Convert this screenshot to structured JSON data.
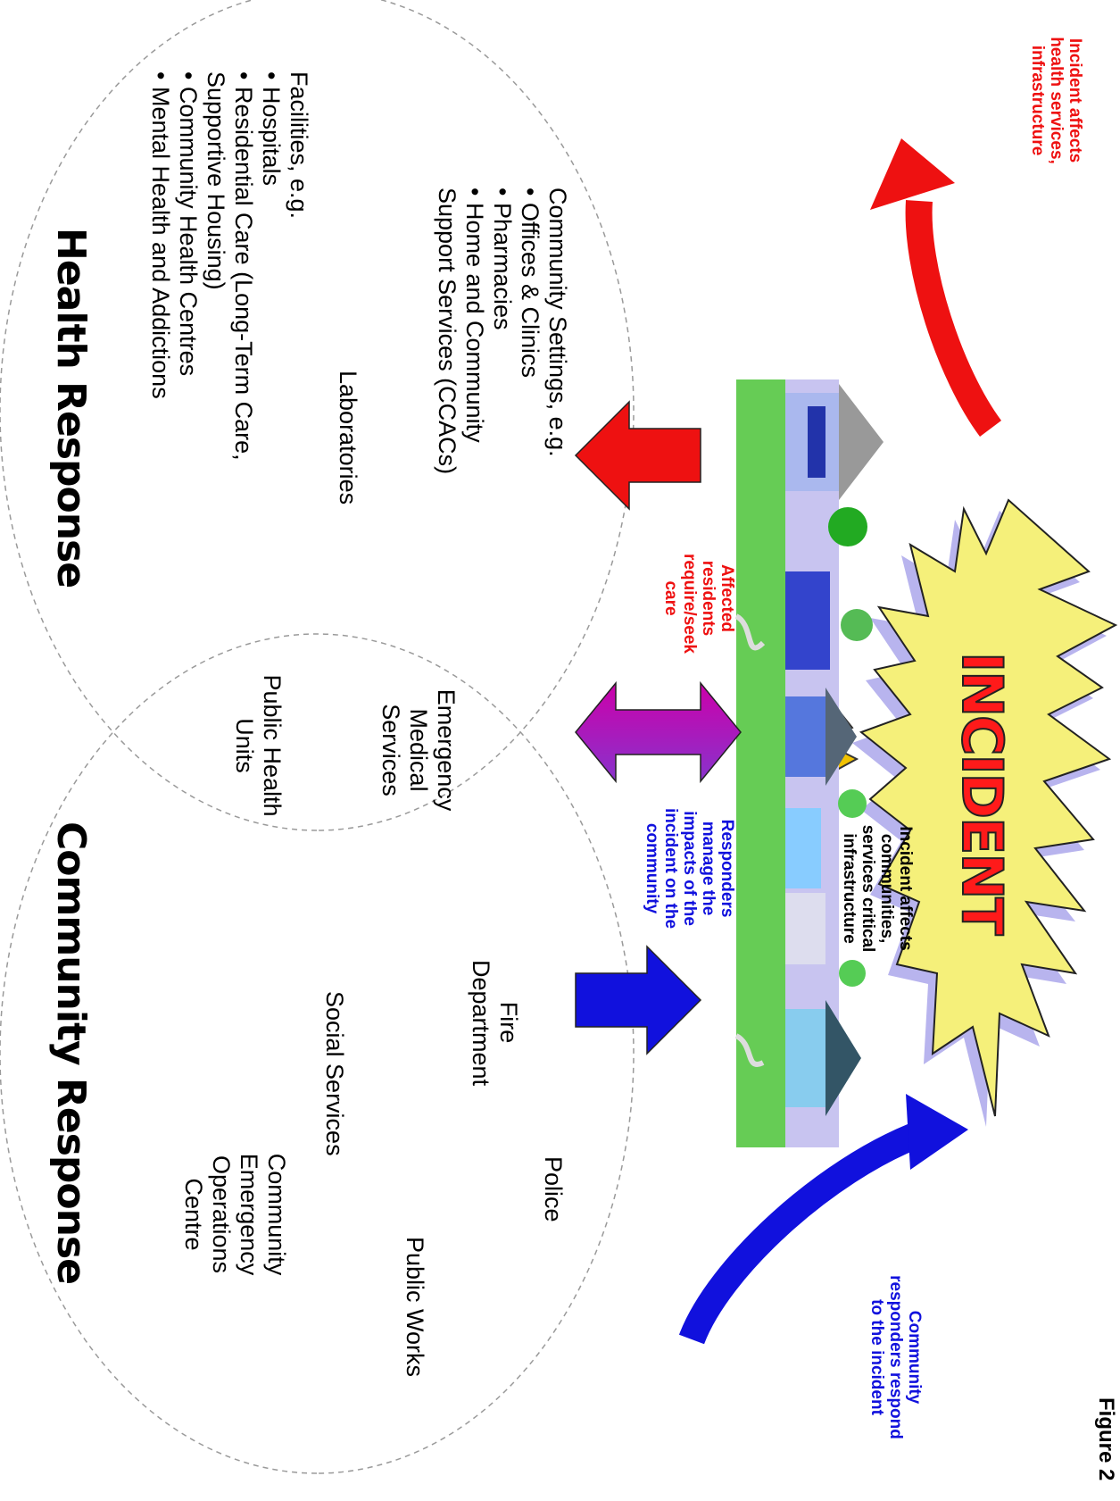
{
  "figure_label": "Figure 2",
  "incident_label": "INCIDENT",
  "callouts": {
    "incident_affects_health": "Incident affects health services, infrastructure",
    "incident_affects_communities": "Incident affects communities, services critical infrastructure",
    "affected_residents": "Affected residents require/seek care",
    "responders_manage": "Responders manage the impacts of the incident on the community",
    "community_responders": "Community responders respond to the incident"
  },
  "health_response": {
    "title": "Health Response",
    "community_settings": {
      "heading": "Community Settings, e.g.",
      "items": [
        "Offices & Clinics",
        "Pharmacies",
        "Home and Community Support Services (CCACs)"
      ]
    },
    "laboratories": "Laboratories",
    "facilities": {
      "heading": "Facilities, e.g.",
      "items": [
        "Hospitals",
        "Residential Care (Long-Term Care, Supportive Housing)",
        "Community Health Centres",
        "Mental Health and Addictions"
      ]
    }
  },
  "overlap": {
    "emergency_medical_services": "Emergency Medical Services",
    "public_health_units": "Public Health Units"
  },
  "community_response": {
    "title": "Community Response",
    "fire_department": "Fire Department",
    "police": "Police",
    "public_works": "Public Works",
    "social_services": "Social Services",
    "ceoc": "Community Emergency Operations Centre"
  },
  "colors": {
    "health_arrow": "#ee1111",
    "community_arrow": "#1111dd",
    "both_arrow_start": "#cc00aa",
    "both_arrow_end": "#8833cc",
    "incident_burst": "#f5f07a",
    "lightning": "#f2c200",
    "grass": "#66cc55"
  }
}
